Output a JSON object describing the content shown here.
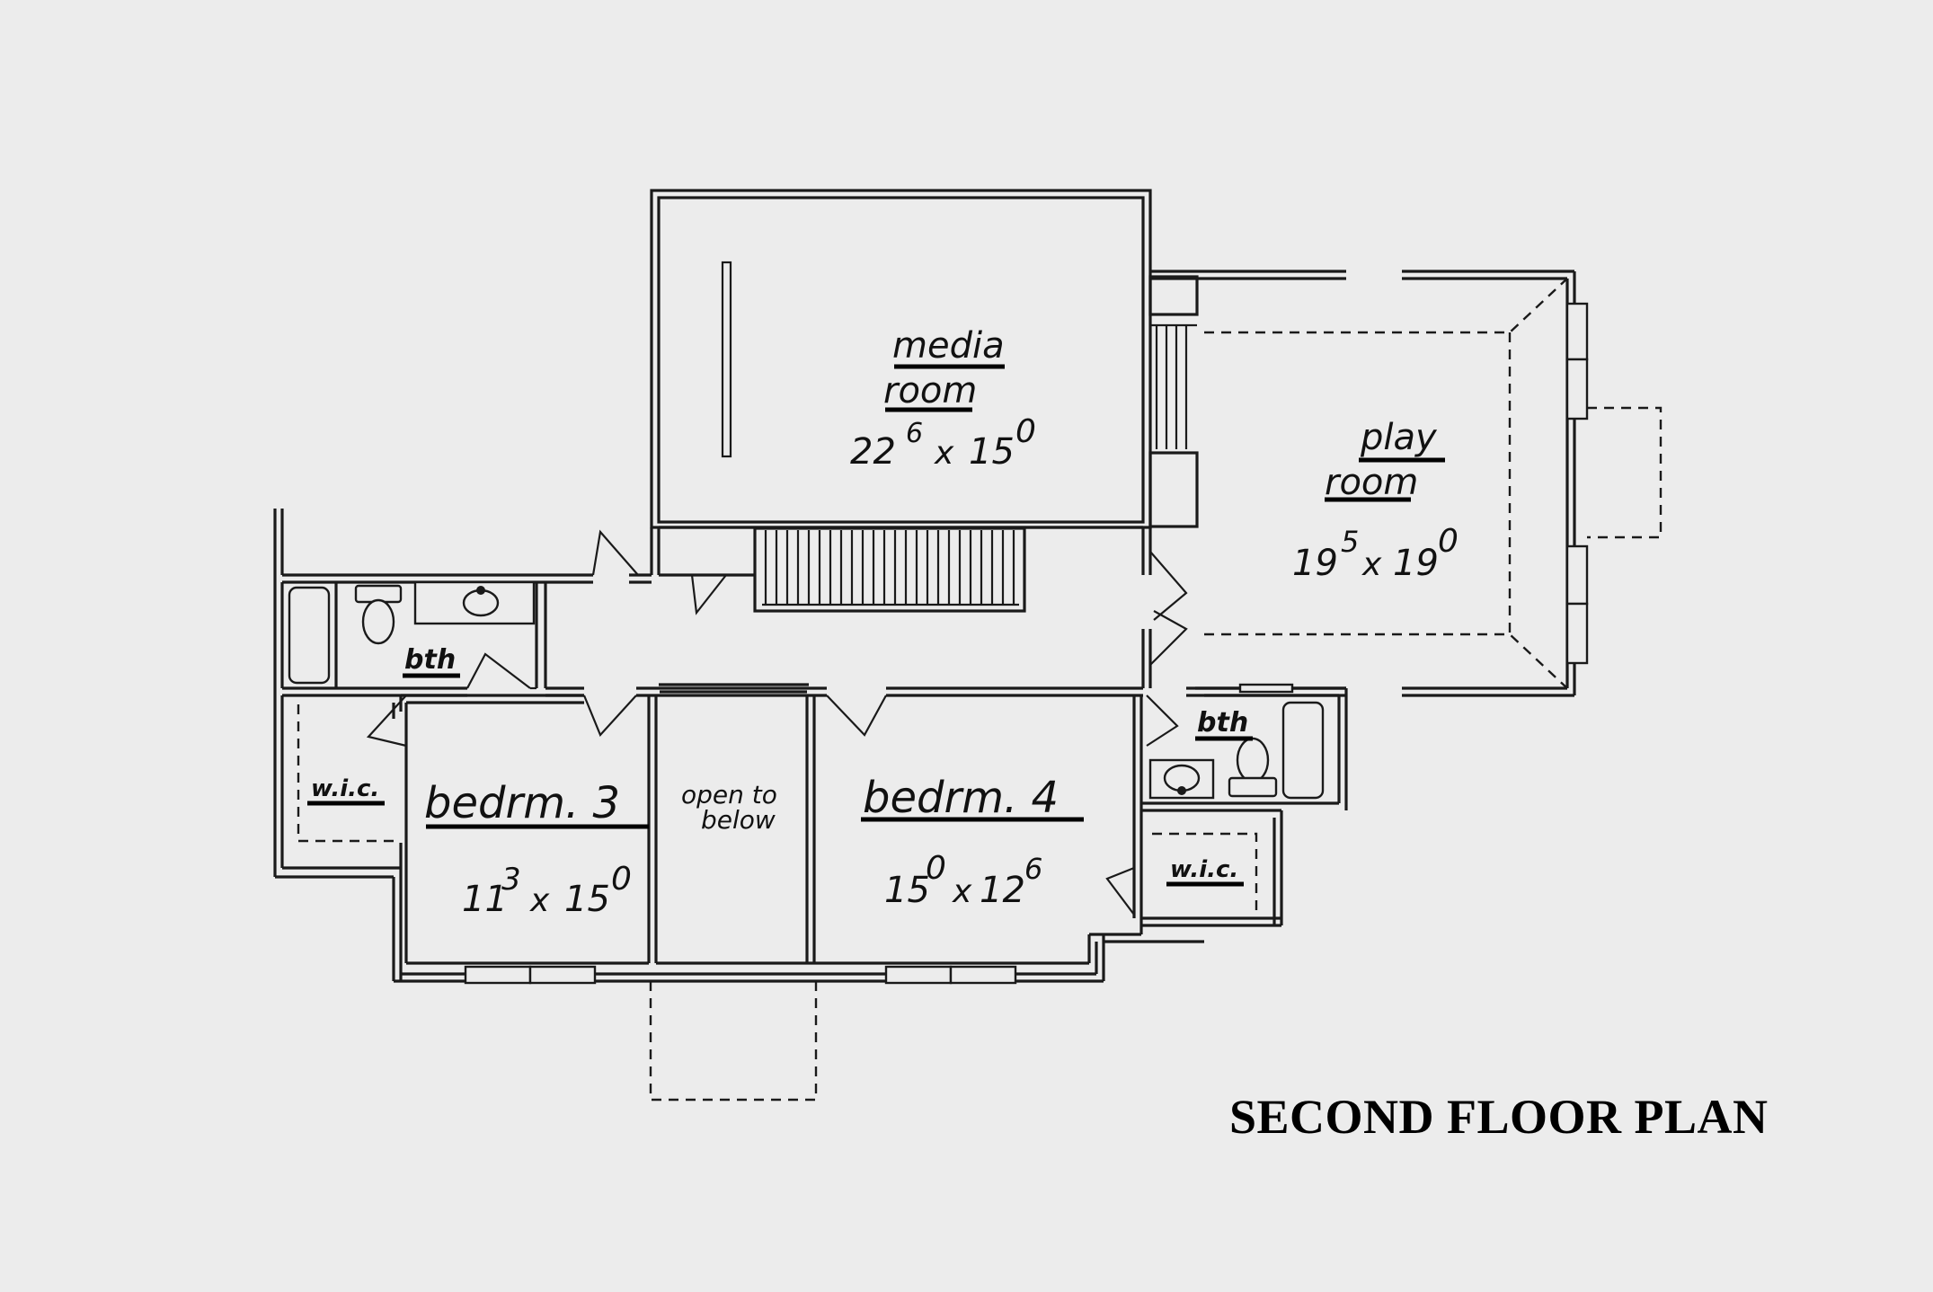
{
  "title": "SECOND FLOOR PLAN",
  "rooms": {
    "media": {
      "name_line1": "media",
      "name_line2": "room",
      "dim_a": "22",
      "dim_a_sup": "6",
      "dim_b": "15",
      "dim_b_sup": "0",
      "x": "x"
    },
    "play": {
      "name_line1": "play",
      "name_line2": "room",
      "dim_a": "19",
      "dim_a_sup": "5",
      "dim_b": "19",
      "dim_b_sup": "0",
      "x": "x"
    },
    "bedrm3": {
      "name": "bedrm. 3",
      "dim_a": "11",
      "dim_a_sup": "3",
      "dim_b": "15",
      "dim_b_sup": "0",
      "x": "x"
    },
    "bedrm4": {
      "name": "bedrm. 4",
      "dim_a": "15",
      "dim_a_sup": "0",
      "dim_b": "12",
      "dim_b_sup": "6",
      "x": "x"
    },
    "open_to_below": {
      "line1": "open to",
      "line2": "below"
    },
    "bath_left": {
      "name": "bth"
    },
    "bath_right": {
      "name": "bth"
    },
    "wic_left": {
      "name": "w.i.c."
    },
    "wic_right": {
      "name": "w.i.c."
    }
  }
}
